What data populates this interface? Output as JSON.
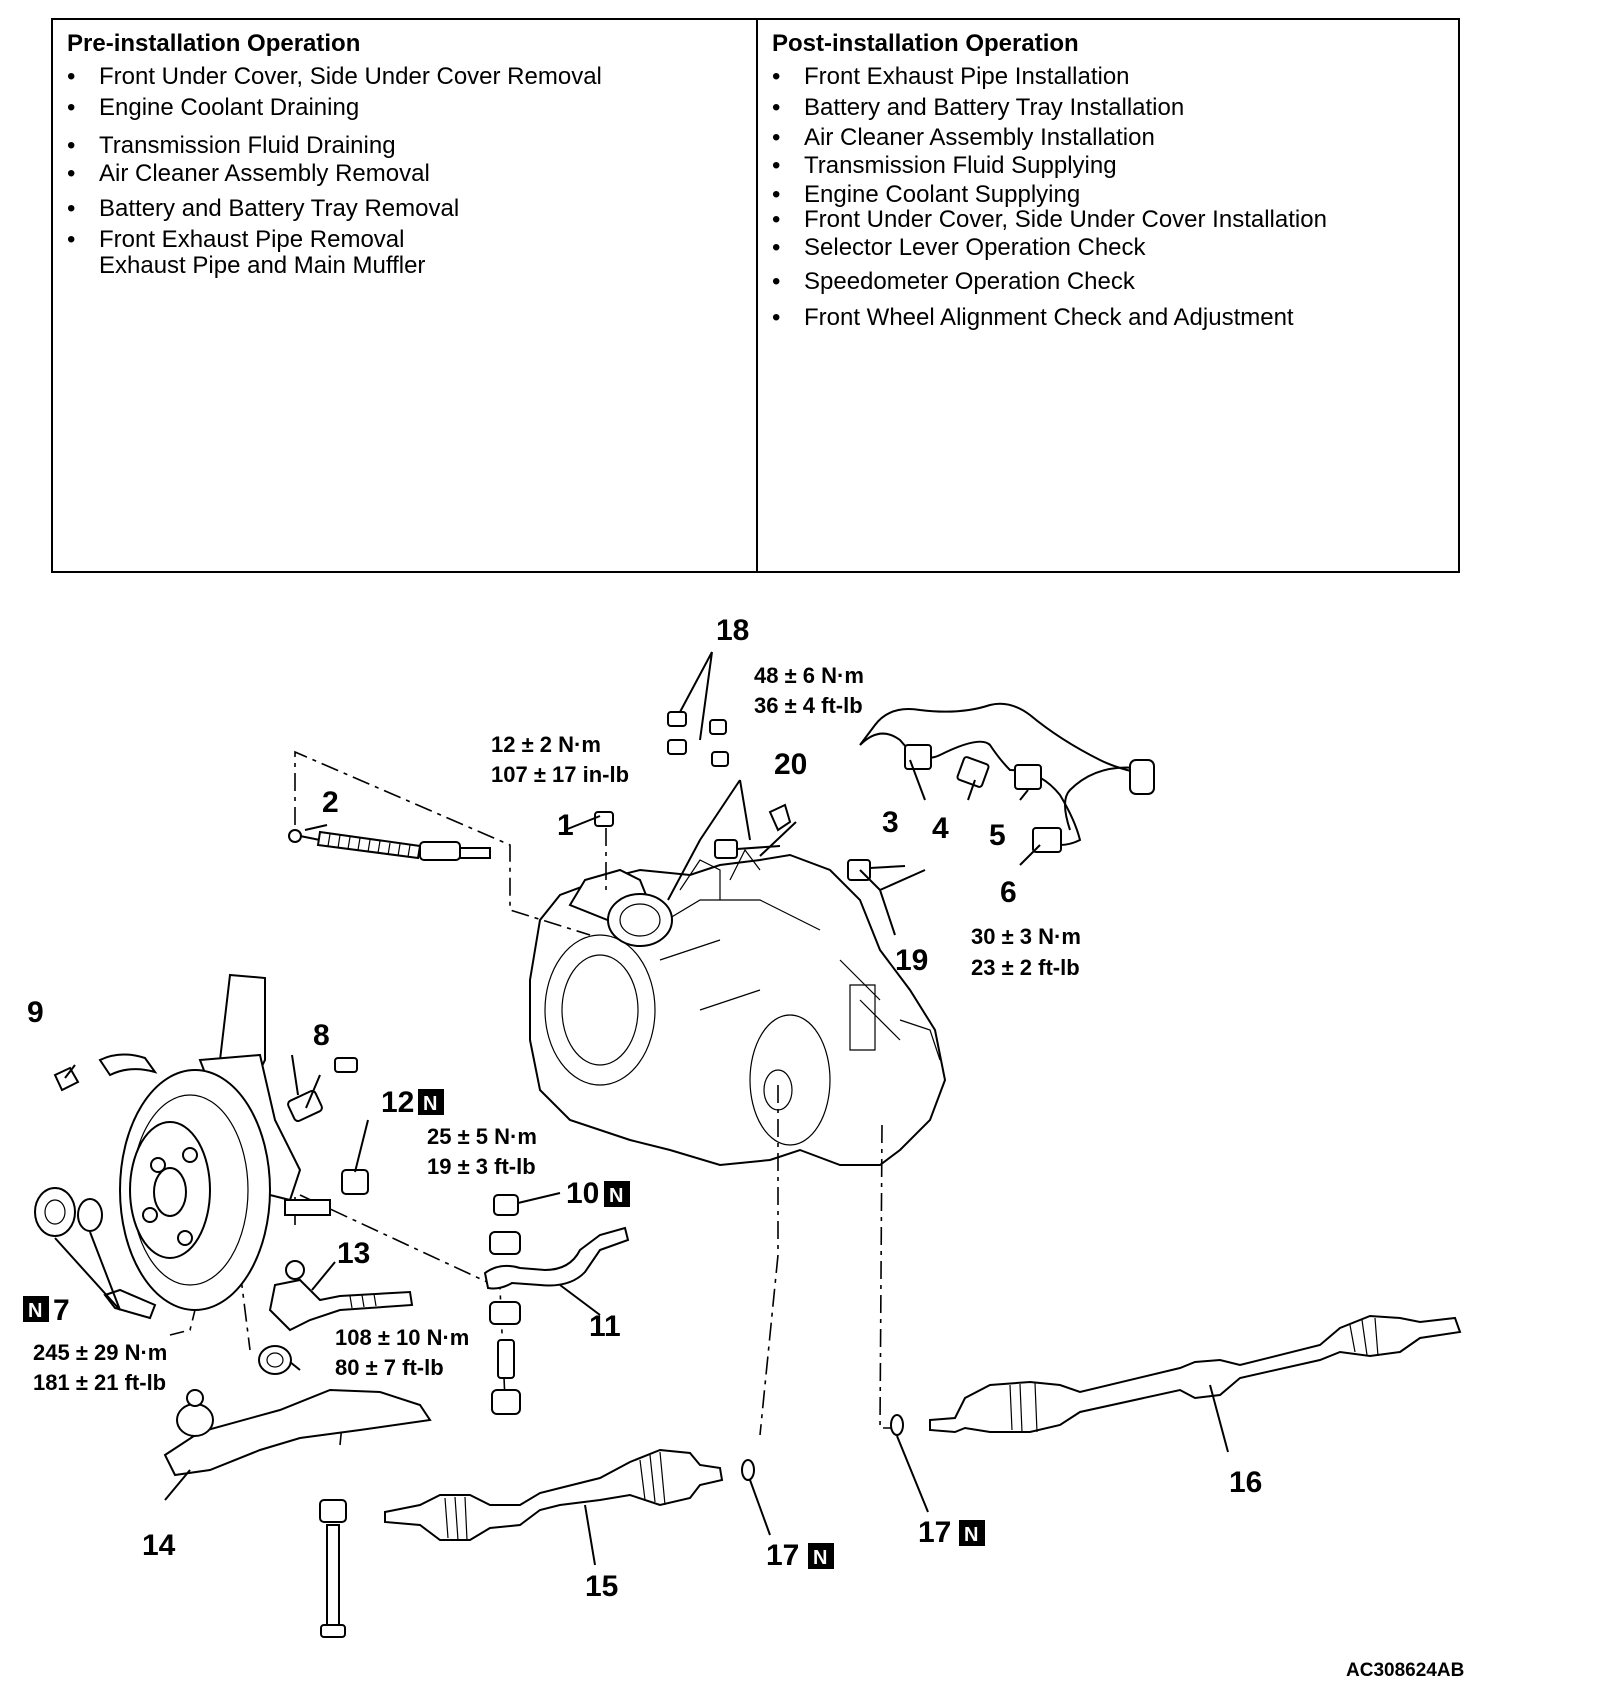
{
  "pre": {
    "heading": "Pre-installation Operation",
    "items": [
      {
        "text": "Front Under Cover, Side Under Cover Removal"
      },
      {
        "text": "Engine Coolant Draining"
      },
      {
        "text": "Transmission Fluid Draining"
      },
      {
        "text": "Air Cleaner Assembly Removal"
      },
      {
        "text": "Battery and Battery Tray Removal"
      },
      {
        "text": "Front Exhaust Pipe Removal",
        "sub": "Exhaust Pipe and Main Muffler"
      }
    ]
  },
  "post": {
    "heading": "Post-installation Operation",
    "items": [
      {
        "text": "Front Exhaust Pipe Installation"
      },
      {
        "text": "Battery and Battery Tray Installation"
      },
      {
        "text": "Air Cleaner Assembly Installation"
      },
      {
        "text": "Transmission Fluid Supplying"
      },
      {
        "text": "Engine Coolant Supplying"
      },
      {
        "text": "Front Under Cover, Side Under Cover Installation"
      },
      {
        "text": "Selector Lever Operation Check"
      },
      {
        "text": "Speedometer Operation Check"
      },
      {
        "text": "Front Wheel Alignment Check and Adjustment"
      }
    ]
  },
  "bullet": "•",
  "new_part_mark": "N",
  "callouts": {
    "c1": "1",
    "c2": "2",
    "c3": "3",
    "c4": "4",
    "c5": "5",
    "c6": "6",
    "c7": "7",
    "c8": "8",
    "c9": "9",
    "c10": "10",
    "c11": "11",
    "c12": "12",
    "c13": "13",
    "c14": "14",
    "c15": "15",
    "c16": "16",
    "c17a": "17",
    "c17b": "17",
    "c18": "18",
    "c19": "19",
    "c20": "20"
  },
  "torques": {
    "t1_nm": "12 ± 2 N·m",
    "t1_imp": "107 ± 17 in-lb",
    "t20_nm": "48 ± 6 N·m",
    "t20_imp": "36 ± 4 ft-lb",
    "t19_nm": "30 ± 3 N·m",
    "t19_imp": "23 ± 2 ft-lb",
    "t12_nm": "25 ± 5 N·m",
    "t12_imp": "19 ± 3 ft-lb",
    "t13_nm": "108 ± 10 N·m",
    "t13_imp": "80 ± 7 ft-lb",
    "t7_nm": "245 ± 29 N·m",
    "t7_imp": "181 ± 21 ft-lb"
  },
  "figure_id": "AC308624AB"
}
